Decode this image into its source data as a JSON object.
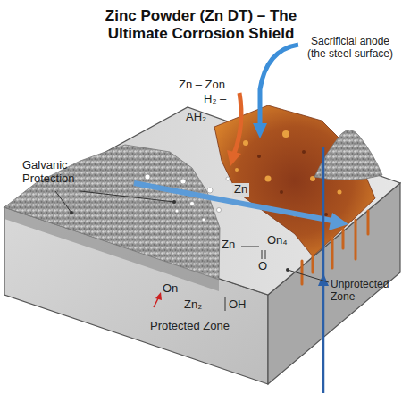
{
  "diagram": {
    "title": "Zinc Powder (Zn DT) – The Ultimate Corrosion Shield",
    "labels": [
      "Zn – Zon",
      "H₂ –",
      "AH₂",
      "Sacrificial anode (the steel surface)",
      "Galvanic Protection",
      "Zn",
      "Zn",
      "On₄",
      "O",
      "On",
      "Zn₂",
      "OH",
      "Unprotected Zone",
      "Protected Zone"
    ]
  }
}
